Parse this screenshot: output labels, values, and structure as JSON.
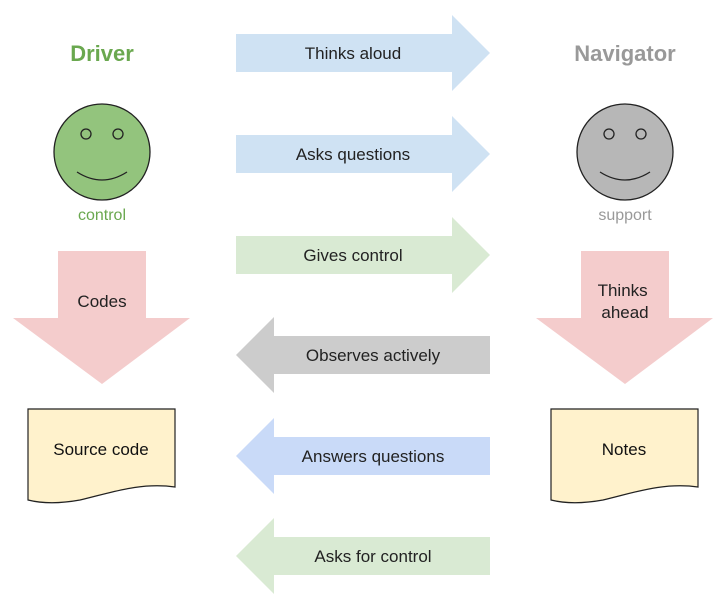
{
  "colors": {
    "driver": "#6aa84f",
    "driver_face": "#93c47d",
    "navigator": "#999999",
    "navigator_face": "#b7b7b7",
    "arrow_blue": "#cfe2f3",
    "arrow_green": "#d9ead3",
    "arrow_gray": "#cccccc",
    "arrow_blue_strong": "#c9daf8",
    "down_arrow": "#f4cccc",
    "doc_fill": "#fff2cc"
  },
  "driver": {
    "title": "Driver",
    "subtitle": "control",
    "action": "Codes",
    "document": "Source code"
  },
  "navigator": {
    "title": "Navigator",
    "subtitle": "support",
    "action": [
      "Thinks",
      "ahead"
    ],
    "document": "Notes"
  },
  "arrows": [
    {
      "label": "Thinks aloud",
      "direction": "right",
      "color": "arrow_blue"
    },
    {
      "label": "Asks questions",
      "direction": "right",
      "color": "arrow_blue"
    },
    {
      "label": "Gives control",
      "direction": "right",
      "color": "arrow_green"
    },
    {
      "label": "Observes actively",
      "direction": "left",
      "color": "arrow_gray"
    },
    {
      "label": "Answers questions",
      "direction": "left",
      "color": "arrow_blue_strong"
    },
    {
      "label": "Asks for control",
      "direction": "left",
      "color": "arrow_green"
    }
  ]
}
